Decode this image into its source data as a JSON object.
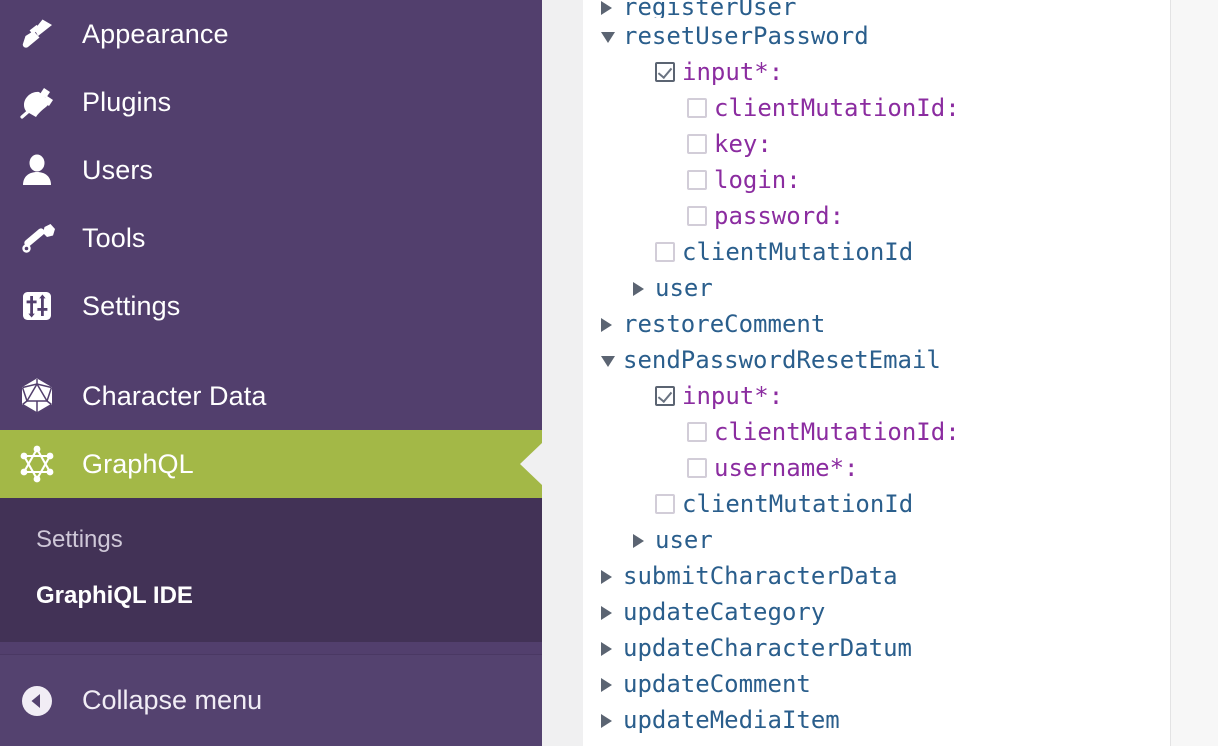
{
  "sidebar": {
    "background_color": "#523f6d",
    "active_color": "#a3b847",
    "submenu_background": "#423256",
    "items": [
      {
        "label": "Appearance",
        "icon": "paintbrush-icon",
        "active": false
      },
      {
        "label": "Plugins",
        "icon": "plug-icon",
        "active": false
      },
      {
        "label": "Users",
        "icon": "user-icon",
        "active": false
      },
      {
        "label": "Tools",
        "icon": "wrench-icon",
        "active": false
      },
      {
        "label": "Settings",
        "icon": "sliders-icon",
        "active": false
      },
      {
        "label": "Character Data",
        "icon": "d20-die-icon",
        "active": false
      },
      {
        "label": "GraphQL",
        "icon": "graphql-icon",
        "active": true
      }
    ],
    "submenu": [
      {
        "label": "Settings",
        "current": false
      },
      {
        "label": "GraphiQL IDE",
        "current": true
      }
    ],
    "collapse": {
      "label": "Collapse menu",
      "icon": "collapse-left-icon"
    }
  },
  "docs": {
    "field_color": "#2a5e8c",
    "arg_color": "#8b2ca0",
    "rows": [
      {
        "id": "r0",
        "label": "registerUser",
        "kind": "field",
        "indent": 0,
        "toggle": "closed",
        "checkbox": "none",
        "clipped": true
      },
      {
        "id": "r1",
        "label": "resetUserPassword",
        "kind": "field",
        "indent": 0,
        "toggle": "open",
        "checkbox": "none"
      },
      {
        "id": "r2",
        "label": "input*:",
        "kind": "arg",
        "indent": 1,
        "toggle": "none",
        "checkbox": "checked"
      },
      {
        "id": "r3",
        "label": "clientMutationId:",
        "kind": "arg",
        "indent": 2,
        "toggle": "none",
        "checkbox": "unchecked"
      },
      {
        "id": "r4",
        "label": "key:",
        "kind": "arg",
        "indent": 2,
        "toggle": "none",
        "checkbox": "unchecked"
      },
      {
        "id": "r5",
        "label": "login:",
        "kind": "arg",
        "indent": 2,
        "toggle": "none",
        "checkbox": "unchecked"
      },
      {
        "id": "r6",
        "label": "password:",
        "kind": "arg",
        "indent": 2,
        "toggle": "none",
        "checkbox": "unchecked"
      },
      {
        "id": "r7",
        "label": "clientMutationId",
        "kind": "field",
        "indent": 1,
        "toggle": "none",
        "checkbox": "unchecked"
      },
      {
        "id": "r8",
        "label": "user",
        "kind": "field",
        "indent": 1,
        "toggle": "closed",
        "checkbox": "none"
      },
      {
        "id": "r9",
        "label": "restoreComment",
        "kind": "field",
        "indent": 0,
        "toggle": "closed",
        "checkbox": "none"
      },
      {
        "id": "r10",
        "label": "sendPasswordResetEmail",
        "kind": "field",
        "indent": 0,
        "toggle": "open",
        "checkbox": "none"
      },
      {
        "id": "r11",
        "label": "input*:",
        "kind": "arg",
        "indent": 1,
        "toggle": "none",
        "checkbox": "checked"
      },
      {
        "id": "r12",
        "label": "clientMutationId:",
        "kind": "arg",
        "indent": 2,
        "toggle": "none",
        "checkbox": "unchecked"
      },
      {
        "id": "r13",
        "label": "username*:",
        "kind": "arg",
        "indent": 2,
        "toggle": "none",
        "checkbox": "unchecked"
      },
      {
        "id": "r14",
        "label": "clientMutationId",
        "kind": "field",
        "indent": 1,
        "toggle": "none",
        "checkbox": "unchecked"
      },
      {
        "id": "r15",
        "label": "user",
        "kind": "field",
        "indent": 1,
        "toggle": "closed",
        "checkbox": "none"
      },
      {
        "id": "r16",
        "label": "submitCharacterData",
        "kind": "field",
        "indent": 0,
        "toggle": "closed",
        "checkbox": "none"
      },
      {
        "id": "r17",
        "label": "updateCategory",
        "kind": "field",
        "indent": 0,
        "toggle": "closed",
        "checkbox": "none"
      },
      {
        "id": "r18",
        "label": "updateCharacterDatum",
        "kind": "field",
        "indent": 0,
        "toggle": "closed",
        "checkbox": "none"
      },
      {
        "id": "r19",
        "label": "updateComment",
        "kind": "field",
        "indent": 0,
        "toggle": "closed",
        "checkbox": "none"
      },
      {
        "id": "r20",
        "label": "updateMediaItem",
        "kind": "field",
        "indent": 0,
        "toggle": "closed",
        "checkbox": "none"
      }
    ]
  }
}
